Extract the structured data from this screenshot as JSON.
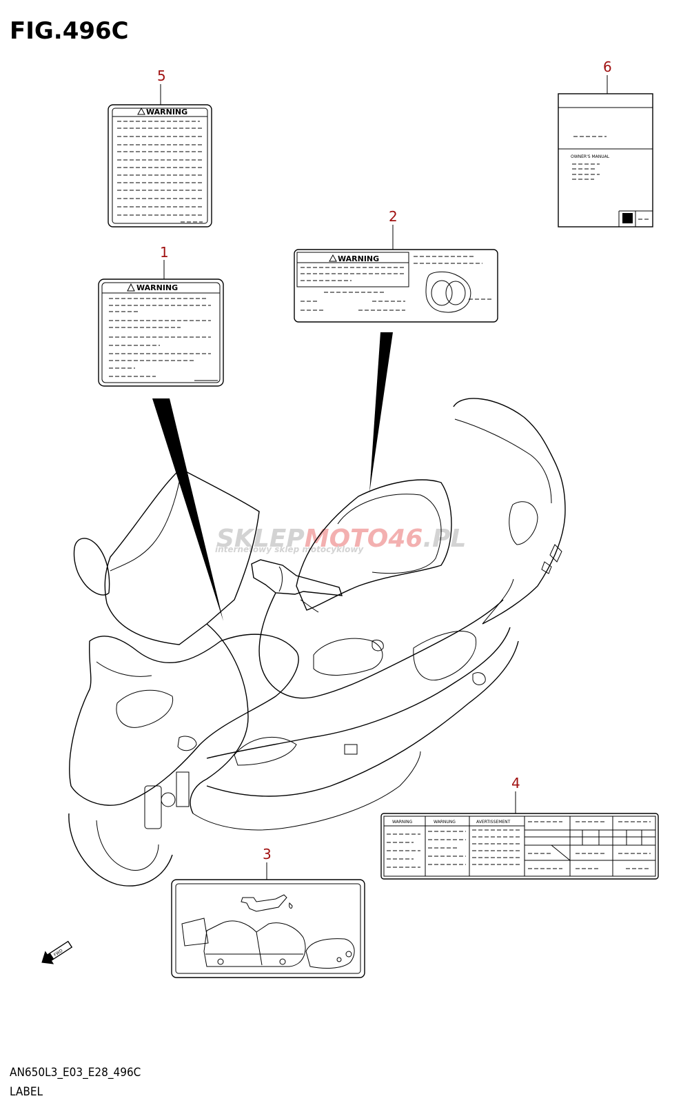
{
  "figure": {
    "title": "FIG.496C",
    "code": "AN650L3_E03_E28_496C",
    "section": "LABEL"
  },
  "watermark": {
    "brand_a": "SKLEP",
    "brand_b": "MOTO",
    "brand_c": "46",
    "brand_d": ".PL",
    "tagline": "internetowy sklep motocyklowy",
    "color_gray": "#d3d3d3",
    "color_red": "#f3b0b0"
  },
  "callouts": [
    "1",
    "2",
    "3",
    "4",
    "5",
    "6"
  ],
  "labels": {
    "warning": "WARNING",
    "warnung": "WARNUNG",
    "avertissement": "AVERTISSEMENT",
    "owners_manual": "OWNER'S MANUAL",
    "fwd": "FWD"
  },
  "colors": {
    "callout": "#a01010",
    "line": "#000000"
  }
}
